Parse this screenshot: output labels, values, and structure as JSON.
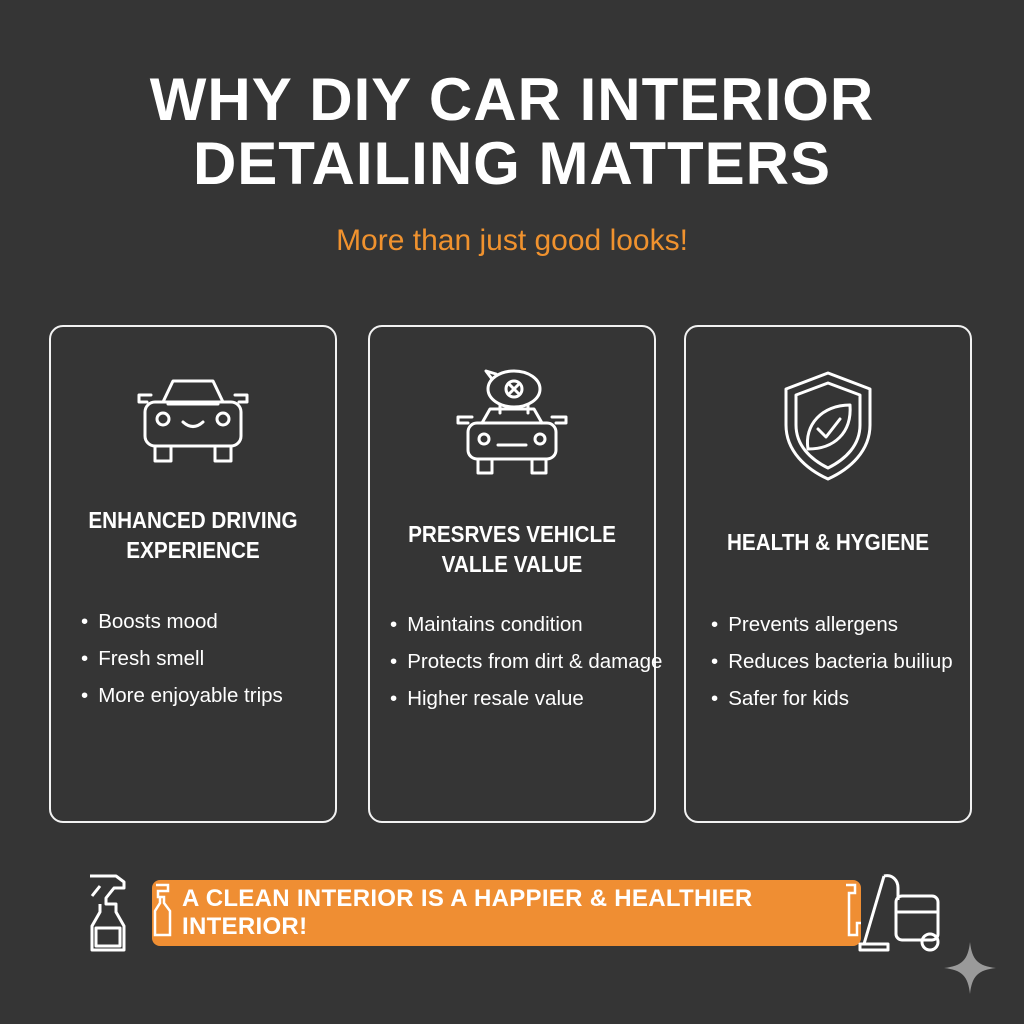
{
  "header": {
    "title_line1": "WHY DIY CAR INTERIOR",
    "title_line2": "DETAILING MATTERS",
    "subtitle": "More than just good looks!"
  },
  "cards": [
    {
      "icon": "smiling-car-icon",
      "title_line1": "ENHANCED DRIVING",
      "title_line2": "EXPERIENCE",
      "bullets": [
        "Boosts mood",
        "Fresh smell",
        "More enjoyable trips"
      ]
    },
    {
      "icon": "piggy-bank-car-icon",
      "title_line1": "PRESRVES VEHICLE",
      "title_line2": "VALLE VALUE",
      "bullets": [
        "Maintains condition",
        "Protects from dirt & damage",
        "Higher resale value"
      ]
    },
    {
      "icon": "shield-leaf-check-icon",
      "title_line1": "HEALTH & HYGIENE",
      "bullets": [
        "Prevents allergens",
        "Reduces bacteria builiup",
        "Safer for kids"
      ]
    }
  ],
  "banner": {
    "text": "A CLEAN INTERIOR IS A HAPPIER & HEALTHIER INTERIOR!"
  },
  "colors": {
    "background": "#353535",
    "accent": "#f0922e",
    "text": "#ffffff"
  },
  "icons": [
    "spray-bottle-icon",
    "vacuum-cleaner-icon",
    "sparkle-icon"
  ]
}
